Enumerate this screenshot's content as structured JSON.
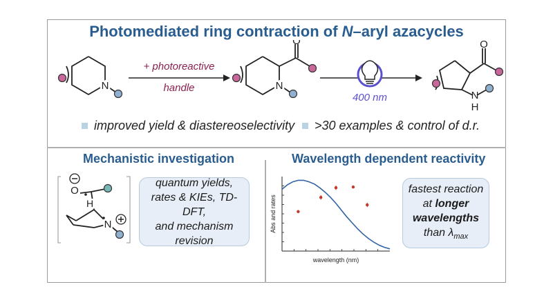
{
  "title": {
    "before": "Photomediated ring contraction of ",
    "n_letter": "N",
    "after": "–aryl azacycles"
  },
  "scheme": {
    "reagent_line1": "+ photoreactive",
    "reagent_line2": "handle",
    "light_label": "400 nm",
    "atom_N": "N",
    "atom_O": "O",
    "atom_H": "H"
  },
  "highlights": [
    "improved yield & diastereoselectivity",
    ">30 examples & control of d.r."
  ],
  "mechanism": {
    "title": "Mechanistic investigation",
    "box_lines": [
      "quantum yields,",
      "rates & KIEs, TD-DFT,",
      "and mechanism",
      "revision"
    ],
    "atom_O": "O",
    "atom_H": "H",
    "atom_N": "N"
  },
  "wavelength": {
    "title": "Wavelength dependent reactivity",
    "box_line1": "fastest reaction",
    "box_line2_pre": "at ",
    "box_line2_bold": "longer",
    "box_line3_bold": "wavelengths",
    "box_line4_pre": "than λ",
    "box_line4_sub": "max"
  },
  "chart_data": {
    "type": "scatter",
    "xlabel": "wavelength (nm)",
    "ylabel": "Abs and rates",
    "xlim": [
      0,
      10
    ],
    "ylim": [
      0,
      10
    ],
    "curve": {
      "x": [
        0,
        0.5,
        1,
        1.5,
        2,
        2.5,
        3,
        3.5,
        4,
        4.5,
        5,
        5.5,
        6,
        6.5,
        7,
        7.5,
        8,
        8.5,
        9,
        9.5,
        10
      ],
      "y": [
        8.3,
        8.9,
        9.3,
        9.5,
        9.5,
        9.3,
        9.0,
        8.5,
        7.9,
        7.2,
        6.4,
        5.5,
        4.6,
        3.8,
        3.0,
        2.3,
        1.7,
        1.2,
        0.8,
        0.5,
        0.3
      ]
    },
    "points": [
      {
        "x": 1.5,
        "y": 5.3,
        "err": 0.2
      },
      {
        "x": 3.6,
        "y": 7.2,
        "err": 0.3
      },
      {
        "x": 5.0,
        "y": 8.5,
        "err": 0.3
      },
      {
        "x": 6.6,
        "y": 8.6,
        "err": 0.2
      },
      {
        "x": 7.9,
        "y": 6.2,
        "err": 0.3
      }
    ],
    "colors": {
      "curve": "#2f63a4",
      "points": "#c0392b"
    }
  },
  "colors": {
    "title_blue": "#2a5d8f",
    "reagent_text": "#8a2050",
    "bulb": "#5a4fcf",
    "pink_atom": "#c8679a",
    "blue_atom": "#8fb0cf",
    "teal_atom": "#79b7b7",
    "box_fill": "#e7eef7"
  }
}
